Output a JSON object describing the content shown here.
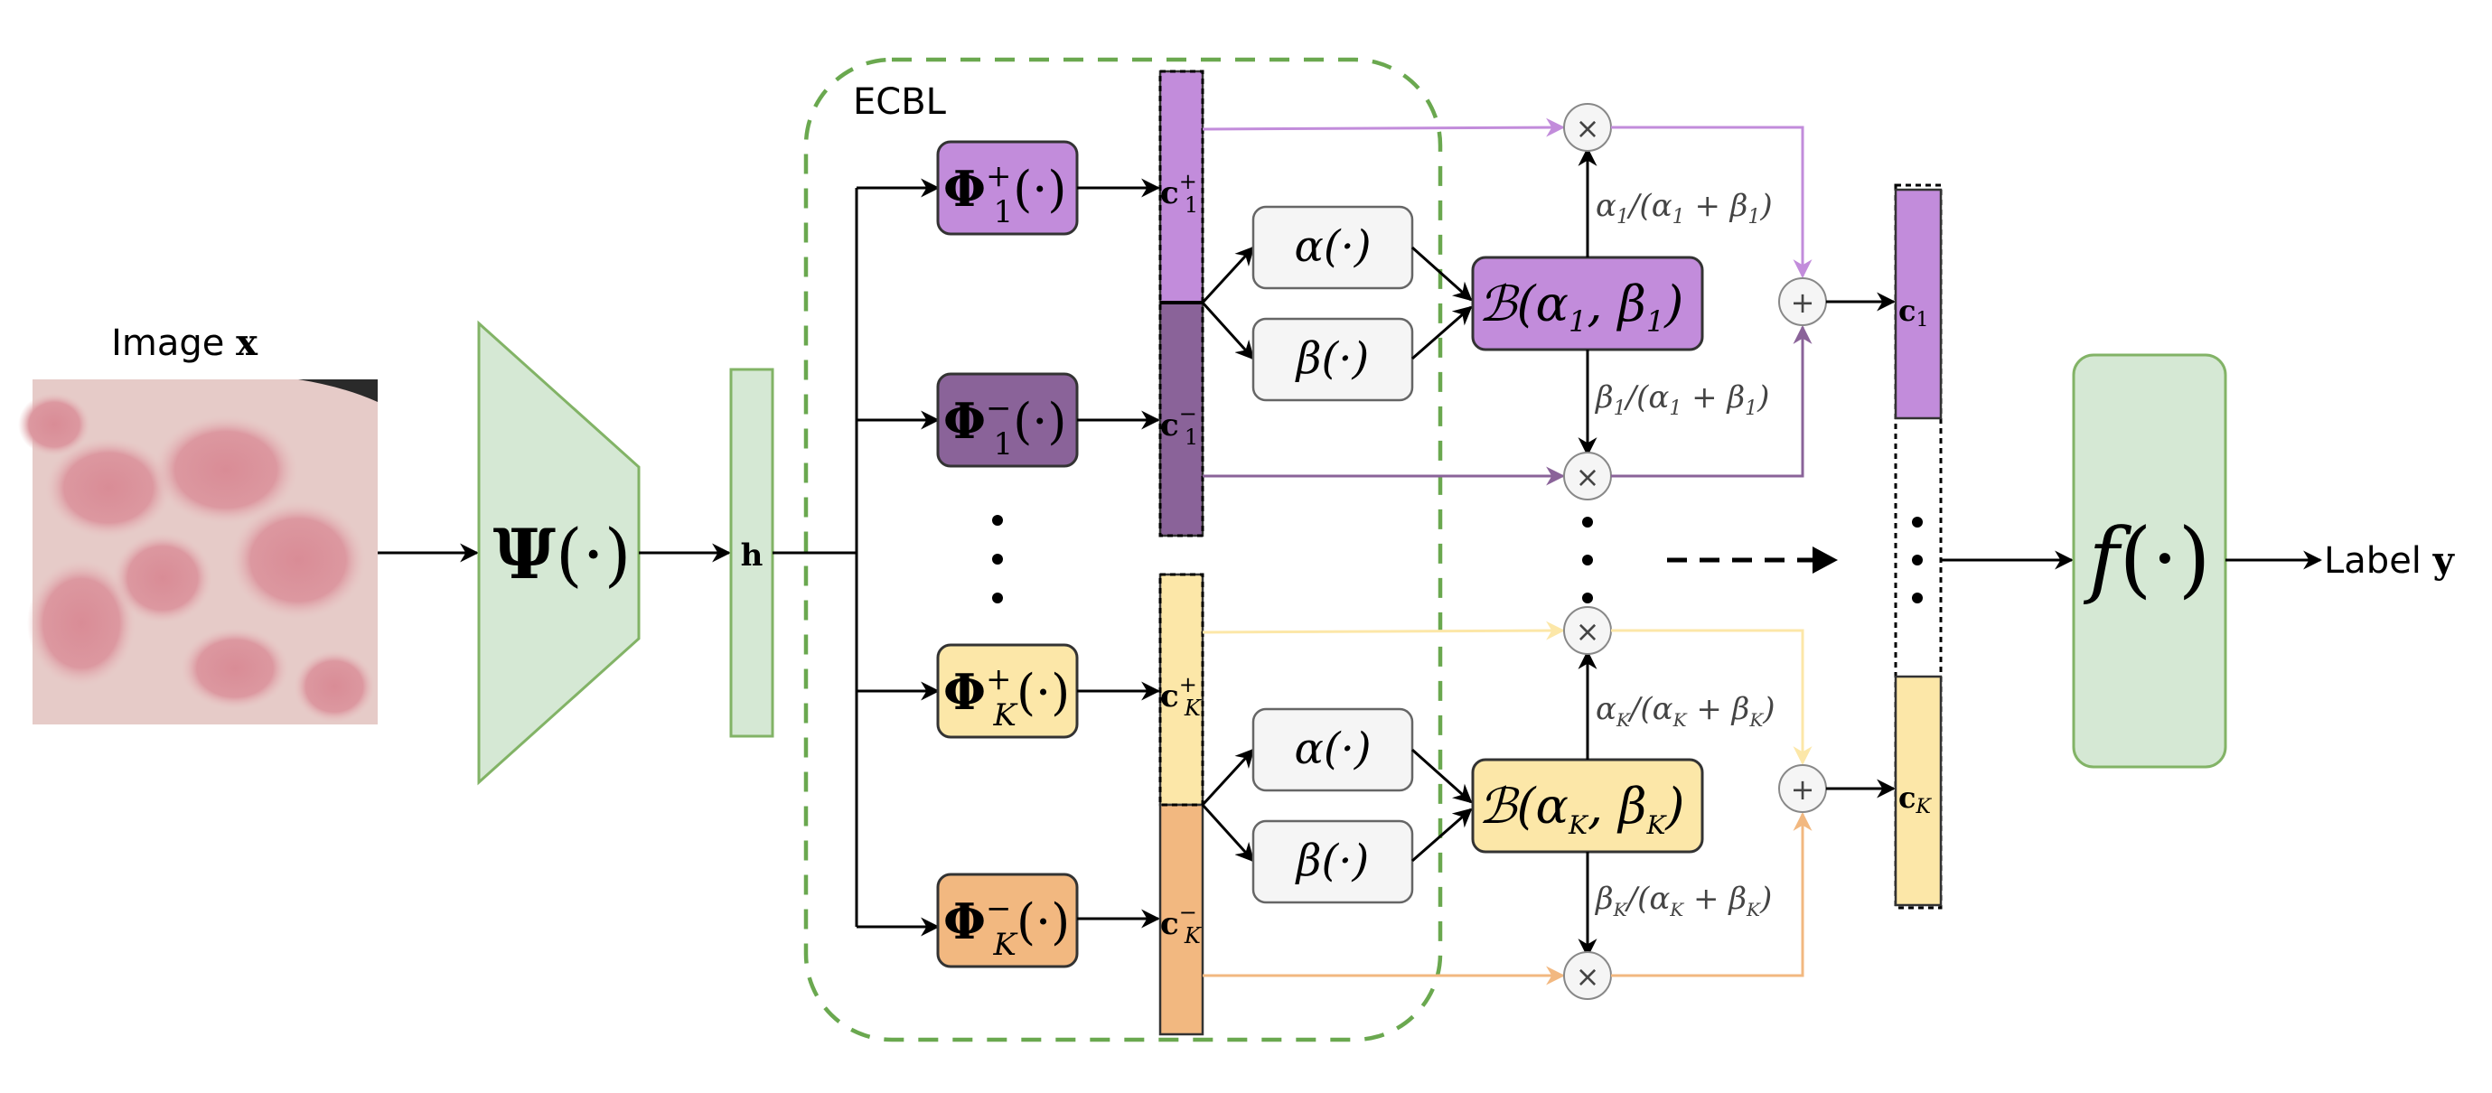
{
  "image_title": {
    "prefix": "Image ",
    "var": "x"
  },
  "encoder": {
    "symbol": "Ψ",
    "arg": "(·)"
  },
  "hidden": {
    "label": "h"
  },
  "ecbl": {
    "label": "ECBL"
  },
  "phi_blocks": [
    {
      "symbol": "Φ",
      "sup": "+",
      "sub": "1",
      "arg": "(·)",
      "fill": "#C28CDB",
      "stroke": "#333333"
    },
    {
      "symbol": "Φ",
      "sup": "−",
      "sub": "1",
      "arg": "(·)",
      "fill": "#8A6399",
      "stroke": "#333333"
    },
    {
      "symbol": "Φ",
      "sup": "+",
      "sub": "K",
      "arg": "(·)",
      "fill": "#FCE7A8",
      "stroke": "#333333"
    },
    {
      "symbol": "Φ",
      "sup": "−",
      "sub": "K",
      "arg": "(·)",
      "fill": "#F2B880",
      "stroke": "#333333"
    }
  ],
  "concept_vectors": [
    {
      "sym": "c",
      "sup": "+",
      "sub": "1",
      "fill": "#C28CDB"
    },
    {
      "sym": "c",
      "sup": "−",
      "sub": "1",
      "fill": "#8A6399"
    },
    {
      "sym": "c",
      "sup": "+",
      "sub": "K",
      "fill": "#FCE7A8"
    },
    {
      "sym": "c",
      "sup": "−",
      "sub": "K",
      "fill": "#F2B880"
    }
  ],
  "param_blocks": {
    "alpha": "α(·)",
    "beta": "β(·)"
  },
  "beta_dists": [
    {
      "text": "ℬ(α",
      "sub1": "1",
      "mid": ", β",
      "sub2": "1",
      "end": ")",
      "fill": "#C28CDB"
    },
    {
      "text": "ℬ(α",
      "sub1": "K",
      "mid": ", β",
      "sub2": "K",
      "end": ")",
      "fill": "#FCE7A8"
    }
  ],
  "ratio_labels": [
    {
      "a": "α",
      "s": "1",
      "full": "/(α",
      "s2": "1",
      "plus": " + β",
      "s3": "1",
      "close": ")"
    },
    {
      "a": "β",
      "s": "1",
      "full": "/(α",
      "s2": "1",
      "plus": " + β",
      "s3": "1",
      "close": ")"
    },
    {
      "a": "α",
      "s": "K",
      "full": "/(α",
      "s2": "K",
      "plus": " + β",
      "s3": "K",
      "close": ")"
    },
    {
      "a": "β",
      "s": "K",
      "full": "/(α",
      "s2": "K",
      "plus": " + β",
      "s3": "K",
      "close": ")"
    }
  ],
  "operators": {
    "times": "×",
    "plus": "+"
  },
  "outputs": [
    {
      "sym": "c",
      "sub": "1",
      "fill": "#C28CDB"
    },
    {
      "sym": "c",
      "sub": "K",
      "fill": "#FCE7A8"
    }
  ],
  "predictor": {
    "symbol": "f",
    "arg": "(·)"
  },
  "label_out": {
    "prefix": "Label ",
    "var": "y"
  },
  "colors": {
    "green_fill": "#D5E8D4",
    "green_stroke": "#82B366",
    "ecbl_dash": "#6AA84F",
    "purple_line": "#C28CDB",
    "dark_purple_line": "#8A6399",
    "yellow_line": "#FCE7A8",
    "orange_line": "#F2B880",
    "gray_box": "#F5F5F5",
    "gray_stroke": "#666666"
  }
}
